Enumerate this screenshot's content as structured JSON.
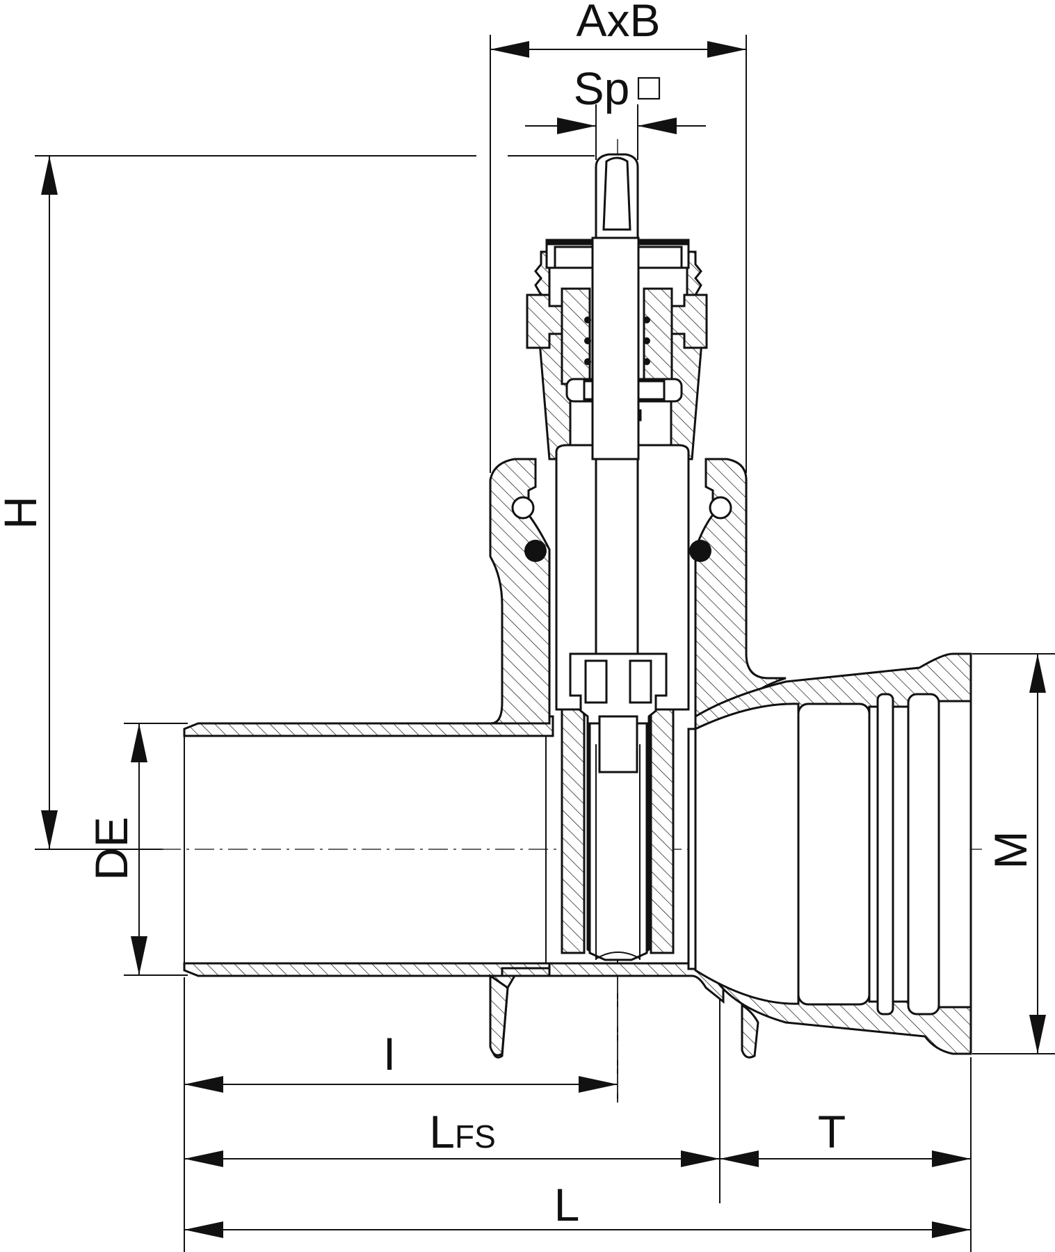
{
  "dimensions": {
    "axb": "AxB",
    "sp_prefix": "Sp",
    "sp_symbol": "□",
    "h": "H",
    "de": "DE",
    "m": "M",
    "i": "I",
    "lfs_main": "L",
    "lfs_sub": "FS",
    "t": "T",
    "l": "L"
  }
}
